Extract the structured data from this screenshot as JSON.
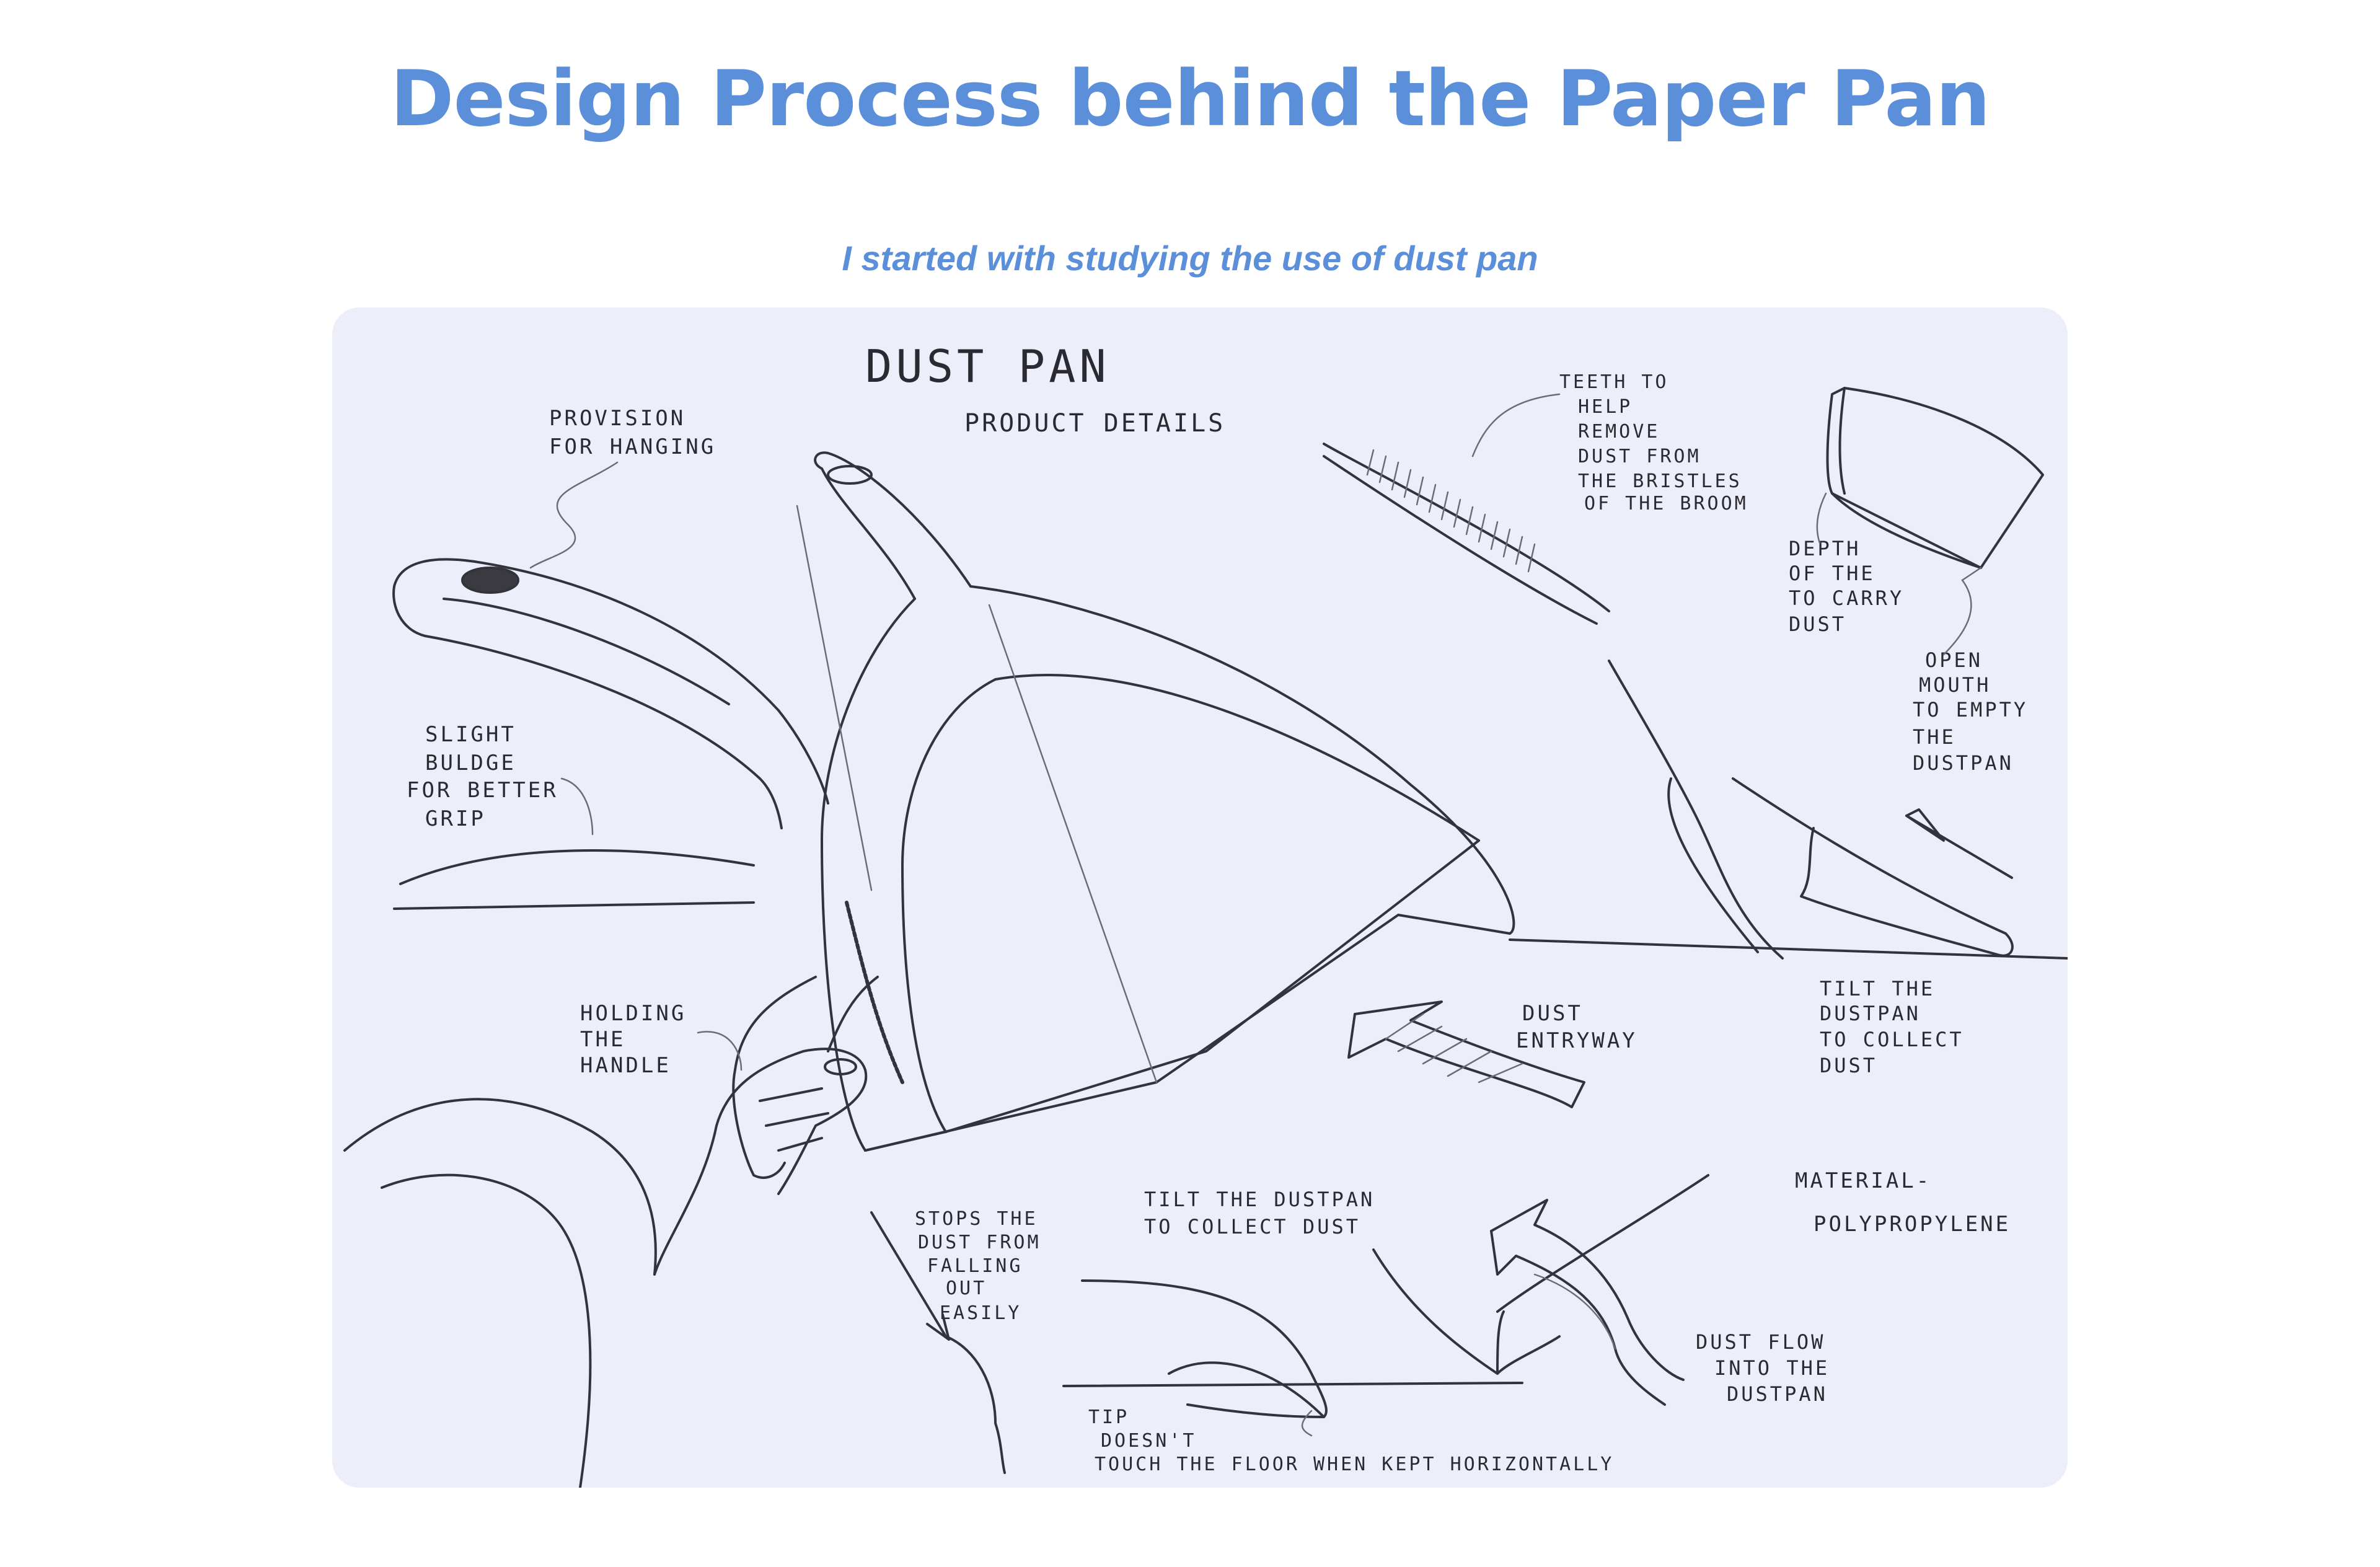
{
  "page": {
    "title": "Design Process behind the Paper Pan",
    "subtitle": "I started with studying the use of dust pan"
  },
  "sketch": {
    "heading": "DUST PAN",
    "subheading": "PRODUCT DETAILS",
    "notes": {
      "provision_1": "PROVISION",
      "provision_2": "FOR HANGING",
      "slight_1": "SLIGHT",
      "slight_2": "BULDGE",
      "slight_3": "FOR BETTER",
      "slight_4": "GRIP",
      "holding_1": "HOLDING",
      "holding_2": "THE",
      "holding_3": "HANDLE",
      "teeth_1": "TEETH TO",
      "teeth_2": "HELP",
      "teeth_3": "REMOVE",
      "teeth_4": "DUST FROM",
      "teeth_5": "THE BRISTLES",
      "teeth_6": "OF THE BROOM",
      "depth_1": "DEPTH",
      "depth_2": "OF THE",
      "depth_3": "TO CARRY",
      "depth_4": "DUST",
      "open_1": "OPEN",
      "open_2": "MOUTH",
      "open_3": "TO EMPTY",
      "open_4": "THE",
      "open_5": "DUSTPAN",
      "tilt_1": "TILT THE",
      "tilt_2": "DUSTPAN",
      "tilt_3": "TO COLLECT",
      "tilt_4": "DUST",
      "entry_1": "DUST",
      "entry_2": "ENTRYWAY",
      "material_1": "MATERIAL-",
      "material_2": "POLYPROPYLENE",
      "stops_1": "STOPS THE",
      "stops_2": "DUST FROM",
      "stops_3": "FALLING",
      "stops_4": "OUT",
      "stops_5": "EASILY",
      "tiltpan_1": "TILT THE DUSTPAN",
      "tiltpan_2": "TO COLLECT DUST",
      "tip_1": "TIP",
      "tip_2": "DOESN'T",
      "tip_3": "TOUCH THE FLOOR WHEN KEPT HORIZONTALLY",
      "flow_1": "DUST FLOW",
      "flow_2": "INTO THE",
      "flow_3": "DUSTPAN"
    }
  },
  "colors": {
    "title": "#5b8fd9",
    "card_background": "#eceef9",
    "pencil": "#33343b"
  }
}
